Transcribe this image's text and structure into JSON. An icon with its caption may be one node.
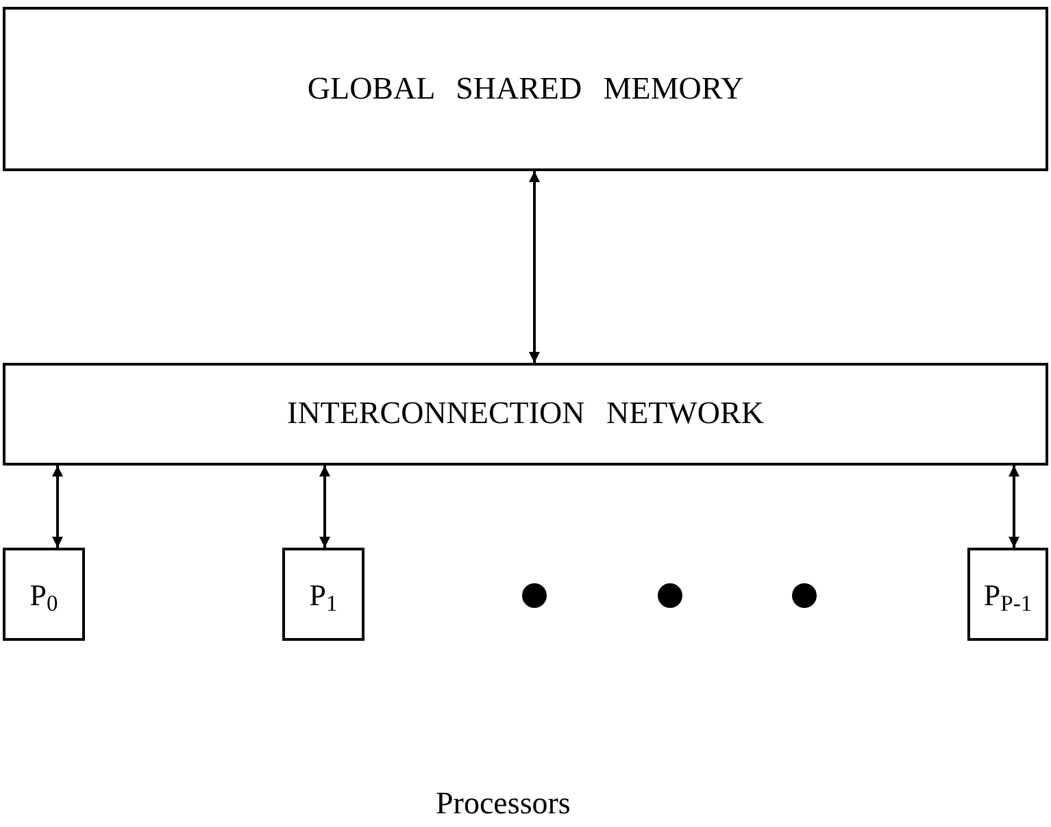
{
  "diagram": {
    "nodes": [
      {
        "text": [
          "GLOBAL SHARED MEMORY"
        ]
      },
      {
        "text": [
          "INTERCONNECTION NETWORK"
        ]
      },
      {
        "text": [
          "P$_{0}$"
        ]
      },
      {
        "text": [
          "P$_{1}$"
        ]
      },
      {
        "text": [
          "P$_{P-1}$"
        ]
      }
    ],
    "edges": [
      {
        "from": 0,
        "to": 1,
        "arrow": "both"
      },
      {
        "from": 1,
        "to": 2,
        "arrow": "both"
      },
      {
        "from": 1,
        "to": 3,
        "arrow": "both"
      },
      {
        "from": 1,
        "to": 4,
        "arrow": "both"
      }
    ],
    "labels": [
      "Processors"
    ]
  }
}
